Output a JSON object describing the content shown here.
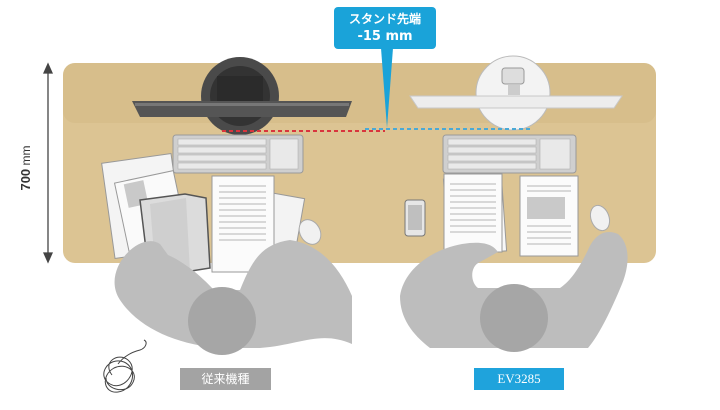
{
  "callout": {
    "line1": "スタンド先端",
    "line2": "-15 mm"
  },
  "dimension": {
    "value": "700",
    "unit": "mm"
  },
  "labels": {
    "conventional": "従来機種",
    "model": "EV3285"
  },
  "colors": {
    "desk": "#dcc493",
    "accent_blue": "#1aa3d9",
    "red_dashed": "#d9343d",
    "blue_dashed": "#4aa9d6",
    "label_gray": "#a3a3a3",
    "person_gray": "#bdbdbd"
  },
  "icons": [
    "tangled-scribble-icon",
    "smartphone-icon",
    "mouse-icon",
    "monitor-stand-icon"
  ]
}
